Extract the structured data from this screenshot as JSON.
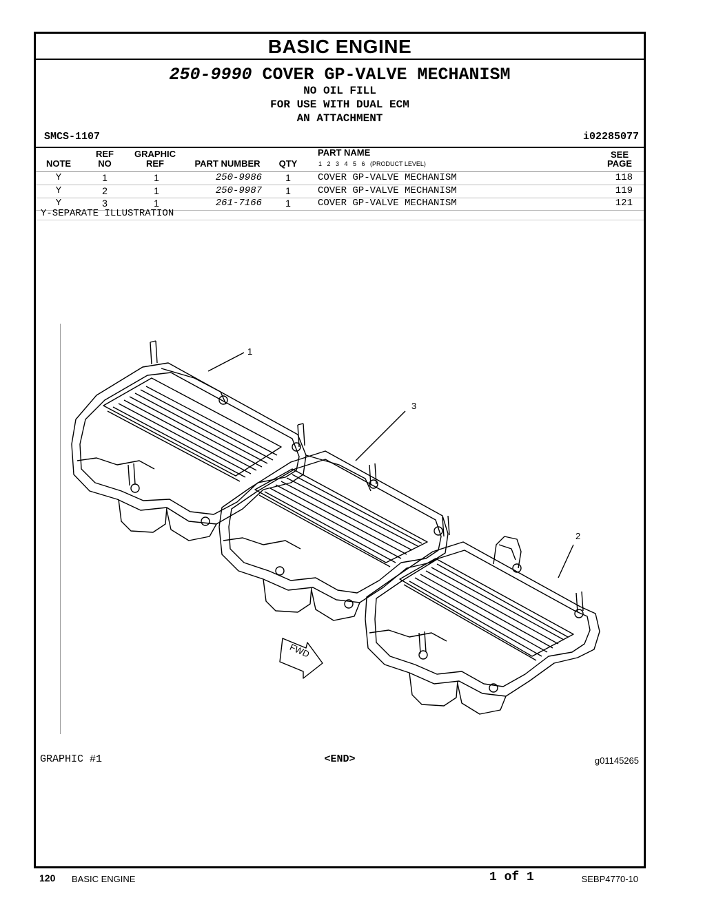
{
  "header": {
    "section_title": "BASIC ENGINE",
    "assembly_part_number": "250-9990",
    "assembly_name": "COVER GP-VALVE MECHANISM",
    "notes": [
      "NO OIL FILL",
      "FOR USE WITH DUAL ECM",
      "AN ATTACHMENT"
    ],
    "smcs": "SMCS-1107",
    "identifier": "i02285077"
  },
  "table": {
    "columns": {
      "note": "NOTE",
      "ref_top": "REF",
      "ref_bottom": "NO",
      "graphic_top": "GRAPHIC",
      "graphic_bottom": "REF",
      "part_number": "PART NUMBER",
      "qty": "QTY",
      "part_name": "PART NAME",
      "product_levels": "1   2   3   4   5   6   (PRODUCT LEVEL)",
      "see_top": "SEE",
      "see_bottom": "PAGE"
    },
    "rows": [
      {
        "note": "Y",
        "ref_no": "1",
        "graphic_ref": "1",
        "part_number": "250-9986",
        "qty": "1",
        "part_name": "COVER GP-VALVE MECHANISM",
        "see_page": "118"
      },
      {
        "note": "Y",
        "ref_no": "2",
        "graphic_ref": "1",
        "part_number": "250-9987",
        "qty": "1",
        "part_name": "COVER GP-VALVE MECHANISM",
        "see_page": "119"
      },
      {
        "note": "Y",
        "ref_no": "3",
        "graphic_ref": "1",
        "part_number": "261-7166",
        "qty": "1",
        "part_name": "COVER GP-VALVE MECHANISM",
        "see_page": "121"
      }
    ],
    "legend": "Y-SEPARATE ILLUSTRATION"
  },
  "illustration": {
    "callouts": [
      "1",
      "2",
      "3"
    ],
    "fwd_label": "FWD",
    "graphic_label": "GRAPHIC #1",
    "end_marker": "<END>",
    "graphic_id": "g01145265"
  },
  "footer": {
    "page_number": "120",
    "section_name": "BASIC ENGINE",
    "page_count": "1 of 1",
    "document_number": "SEBP4770-10"
  }
}
